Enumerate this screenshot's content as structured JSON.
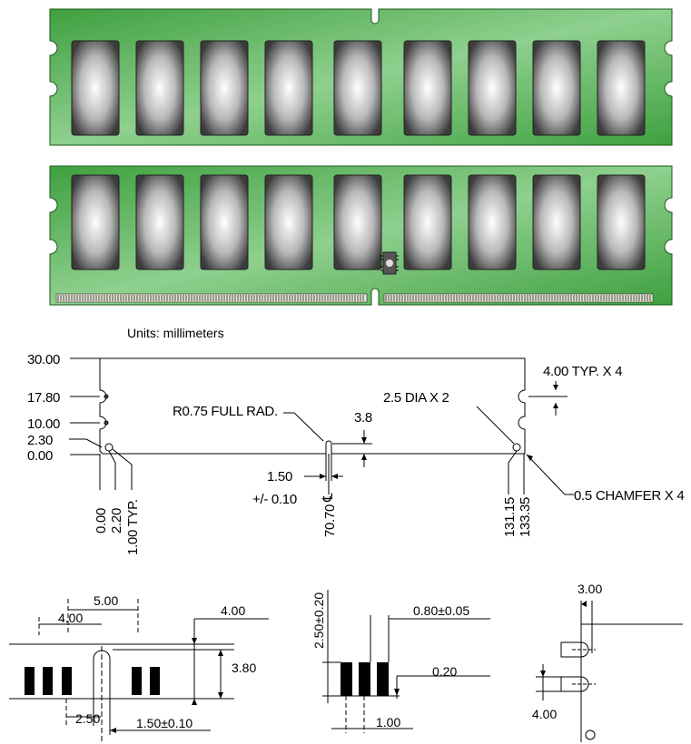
{
  "units_label": "Units: millimeters",
  "colors": {
    "pcb": "#4cb34c",
    "pcb_dark": "#2f8a2f",
    "chip_dark": "#3a3a3a",
    "chip_light": "#ffffff",
    "contact": "#d9d9c8"
  },
  "outline": {
    "y_labels": [
      "30.00",
      "17.80",
      "10.00",
      "2.30",
      "0.00"
    ],
    "x_labels": [
      "0.00",
      "2.20",
      "1.00 TYP.",
      "70.70",
      "131.15",
      "133.35"
    ],
    "notch_radius": "R0.75 FULL RAD.",
    "notch_depth": "3.8",
    "notch_width": "1.50",
    "notch_tolerance": "+/- 0.10",
    "center_mark": "℄",
    "hole_note": "2.5 DIA X 2",
    "side_notch_note": "4.00 TYP. X 4",
    "chamfer_note": "0.5 CHAMFER X 4"
  },
  "detail_a": {
    "d500": "5.00",
    "d400a": "4.00",
    "d400b": "4.00",
    "d380": "3.80",
    "d250": "2.50",
    "d150": "1.50±0.10"
  },
  "detail_b": {
    "d250": "2.50±0.20",
    "d080": "0.80±0.05",
    "d020": "0.20",
    "d100": "1.00"
  },
  "detail_c": {
    "d300": "3.00",
    "d400": "4.00"
  }
}
